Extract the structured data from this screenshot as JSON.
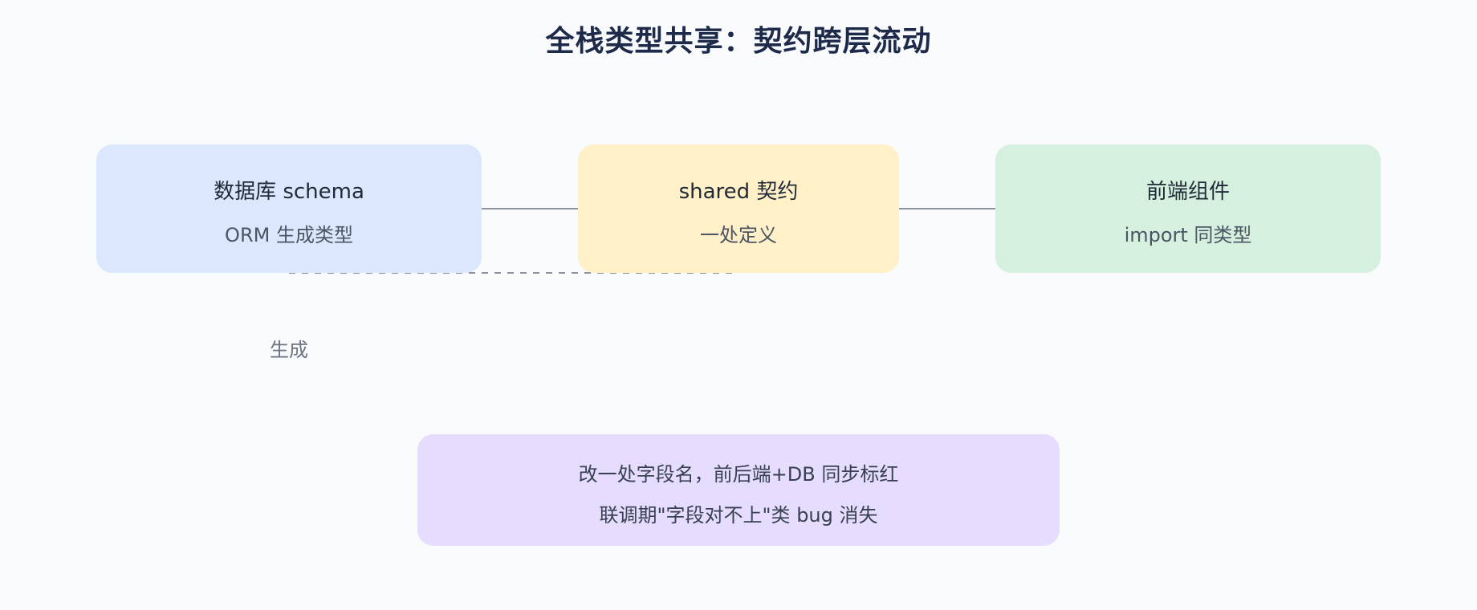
{
  "title": "全栈类型共享：契约跨层流动",
  "nodes": {
    "db": {
      "title": "数据库 schema",
      "subtitle": "ORM 生成类型",
      "color": "#dbe7fd"
    },
    "shared": {
      "title": "shared 契约",
      "subtitle": "一处定义",
      "color": "#fff0c8"
    },
    "frontend": {
      "title": "前端组件",
      "subtitle": "import 同类型",
      "color": "#d5f0de"
    }
  },
  "edges": {
    "generate_label": "生成"
  },
  "result": {
    "line1": "改一处字段名，前后端+DB 同步标红",
    "line2": "联调期\"字段对不上\"类 bug 消失",
    "color": "#e6dcfd"
  }
}
